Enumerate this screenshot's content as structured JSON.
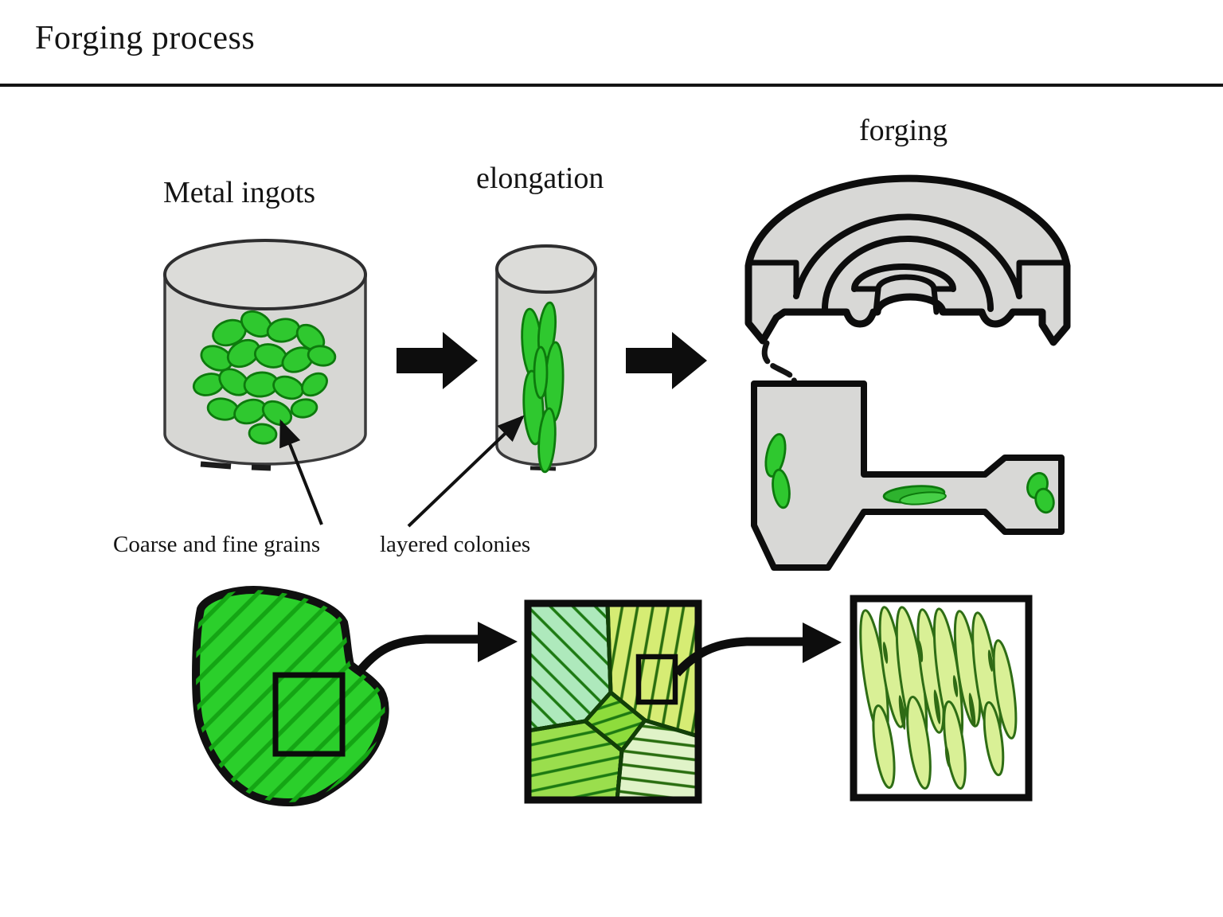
{
  "title": "Forging process",
  "stages": {
    "ingots_label": "Metal ingots",
    "elongation_label": "elongation",
    "forging_label": "forging"
  },
  "annotations": {
    "coarse_grains_label": "Coarse and fine grains",
    "layered_colonies_label": "layered colonies"
  },
  "colors": {
    "outline_black": "#0d0d0d",
    "metal_gray": "#d7d7d4",
    "grain_green": "#2fc82f",
    "grain_outline": "#0d7a0d",
    "blob_green": "#2bcf2b",
    "blob_hatch": "#14a514",
    "mint_region": "#aee9bc",
    "yellow_green_region": "#d6ec74",
    "bright_green_region": "#8edc3c",
    "lime_region": "#9ade4d",
    "pale_green_region": "#e0f3c8",
    "lens_green": "#d9f096",
    "lens_outline": "#2e6d15"
  },
  "figure": {
    "icons": [
      "flow-arrow-right-icon",
      "flow-arrow-right-icon",
      "pointer-arrow-icon",
      "pointer-arrow-icon",
      "zoom-curved-arrow-icon",
      "zoom-curved-arrow-icon"
    ]
  }
}
